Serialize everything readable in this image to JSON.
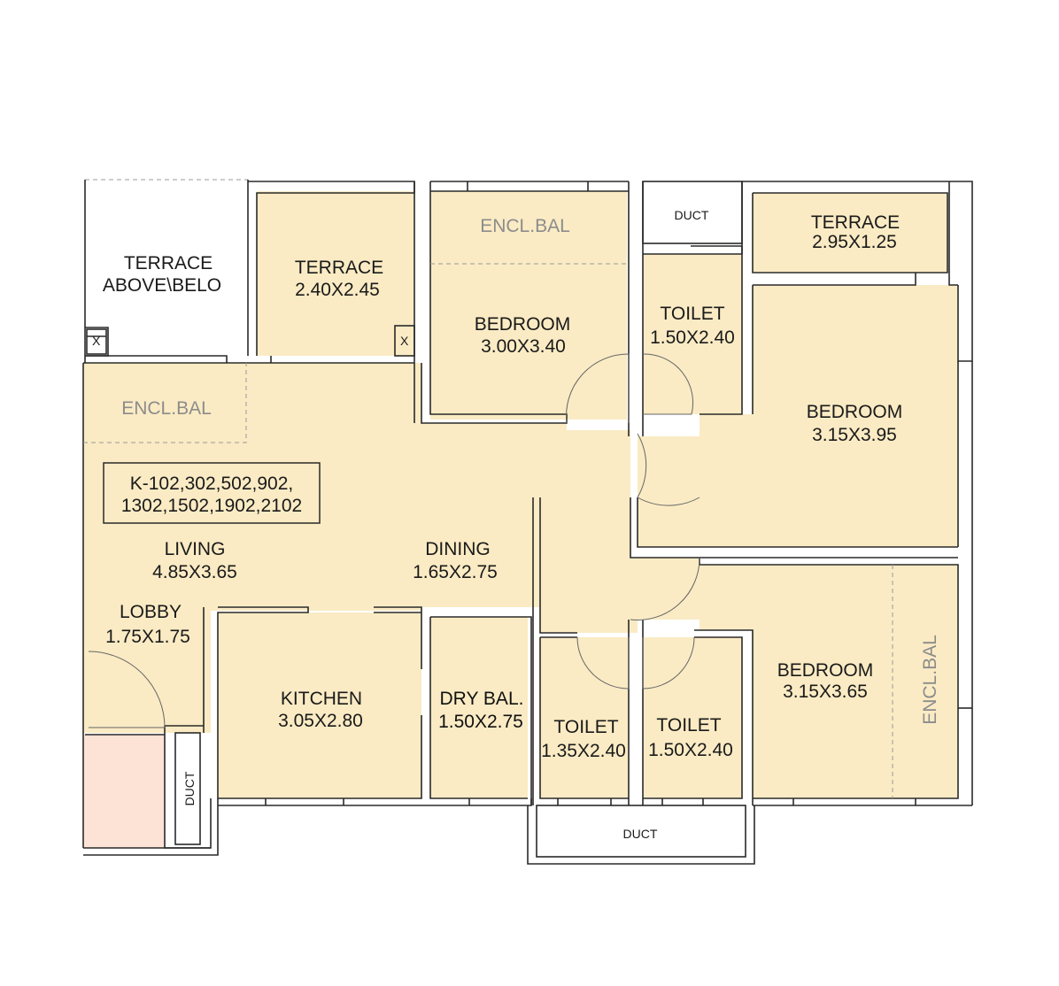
{
  "colors": {
    "room_fill": "#faebc4",
    "lobby_entry_fill": "#fde3d5",
    "wall": "#2a2a2a",
    "grey_text": "#8c8c8c"
  },
  "rooms": {
    "terrace_above_below": {
      "name": "TERRACE",
      "size": "ABOVE\\BELO"
    },
    "terrace_1": {
      "name": "TERRACE",
      "size": "2.40X2.45"
    },
    "encl_bal_top": {
      "name": "ENCL.BAL"
    },
    "bedroom_1": {
      "name": "BEDROOM",
      "size": "3.00X3.40"
    },
    "duct_top": {
      "name": "DUCT"
    },
    "toilet_1": {
      "name": "TOILET",
      "size": "1.50X2.40"
    },
    "terrace_2": {
      "name": "TERRACE",
      "size": "2.95X1.25"
    },
    "bedroom_2": {
      "name": "BEDROOM",
      "size": "3.15X3.95"
    },
    "encl_bal_left": {
      "name": "ENCL.BAL"
    },
    "living": {
      "name": "LIVING",
      "size": "4.85X3.65"
    },
    "dining": {
      "name": "DINING",
      "size": "1.65X2.75"
    },
    "lobby": {
      "name": "LOBBY",
      "size": "1.75X1.75"
    },
    "kitchen": {
      "name": "KITCHEN",
      "size": "3.05X2.80"
    },
    "dry_bal": {
      "name": "DRY BAL.",
      "size": "1.50X2.75"
    },
    "toilet_2": {
      "name": "TOILET",
      "size": "1.35X2.40"
    },
    "toilet_3": {
      "name": "TOILET",
      "size": "1.50X2.40"
    },
    "bedroom_3": {
      "name": "BEDROOM",
      "size": "3.15X3.65"
    },
    "encl_bal_right": {
      "name": "ENCL.BAL"
    },
    "duct_left": {
      "name": "DUCT"
    },
    "duct_bottom": {
      "name": "DUCT"
    }
  },
  "unit_box": {
    "line1": "K-102,302,502,902,",
    "line2": "1302,1502,1902,2102"
  },
  "shaft_mark": "X"
}
